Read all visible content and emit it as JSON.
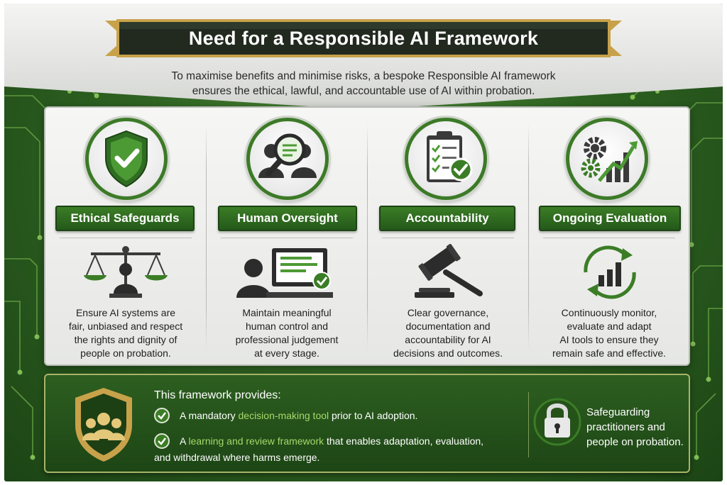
{
  "title": "Need for a Responsible AI Framework",
  "subtitle_line1": "To maximise benefits and minimise risks, a bespoke Responsible AI framework",
  "subtitle_line2": "ensures the ethical, lawful, and accountable use of AI within probation.",
  "colors": {
    "brand_green": "#3b7d26",
    "dark_green": "#1d4515",
    "highlight_green": "#a6d86a",
    "banner_dark": "#222a20",
    "banner_gold": "#c8a24a"
  },
  "pillars": [
    {
      "label": "Ethical Safeguards",
      "icon": "shield-check-icon",
      "small_icon": "scales-of-justice-icon",
      "lines": [
        "Ensure AI systems are",
        "fair, unbiased and respect",
        "the rights and dignity of",
        "people on probation."
      ]
    },
    {
      "label": "Human Oversight",
      "icon": "magnifier-people-icon",
      "small_icon": "person-computer-icon",
      "lines": [
        "Maintain meaningful",
        "human control and",
        "professional judgement",
        "at every stage."
      ]
    },
    {
      "label": "Accountability",
      "icon": "clipboard-check-icon",
      "small_icon": "gavel-icon",
      "lines": [
        "Clear governance,",
        "documentation and",
        "accountability for AI",
        "decisions and outcomes."
      ]
    },
    {
      "label": "Ongoing Evaluation",
      "icon": "gears-growth-chart-icon",
      "small_icon": "cycle-bar-chart-icon",
      "lines": [
        "Continuously monitor,",
        "evaluate and adapt",
        "AI tools to ensure they",
        "remain safe and effective."
      ]
    }
  ],
  "provides": {
    "title": "This framework provides:",
    "item1": {
      "before": "A mandatory ",
      "highlight": "decision-making tool",
      "after": " prior to AI adoption."
    },
    "item2": {
      "before": "A ",
      "highlight": "learning and review framework",
      "after": " that enables adaptation, evaluation,",
      "line2": "and withdrawal where harms emerge."
    }
  },
  "safeguard": {
    "icon": "padlock-icon",
    "lines": [
      "Safeguarding",
      "practitioners and",
      "people on probation."
    ]
  }
}
